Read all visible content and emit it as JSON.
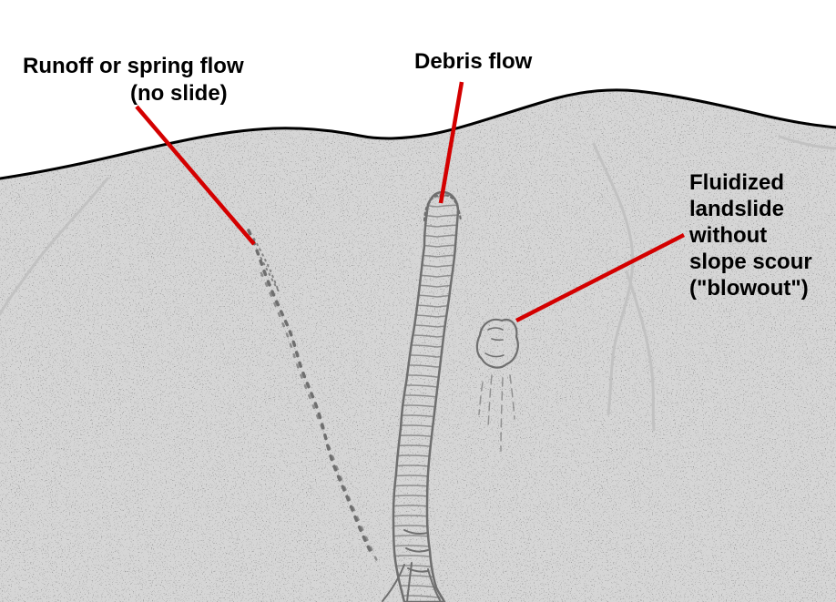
{
  "title": "Landslide and debris-flow features diagram",
  "labels": {
    "runoff_line1": "Runoff or spring flow",
    "runoff_line2": "(no slide)",
    "debris": "Debris flow",
    "blowout_line1": "Fluidized",
    "blowout_line2": "landslide",
    "blowout_line3": "without",
    "blowout_line4": "slope scour",
    "blowout_line5": "(\"blowout\")"
  },
  "colors": {
    "annotation_line": "#d40000",
    "hillside": "#d6d6d6",
    "ridge_line": "#000000",
    "sketch": "#6f6f6f",
    "faint_trail": "#c2c2c2",
    "text": "#000000",
    "background": "#ffffff"
  }
}
